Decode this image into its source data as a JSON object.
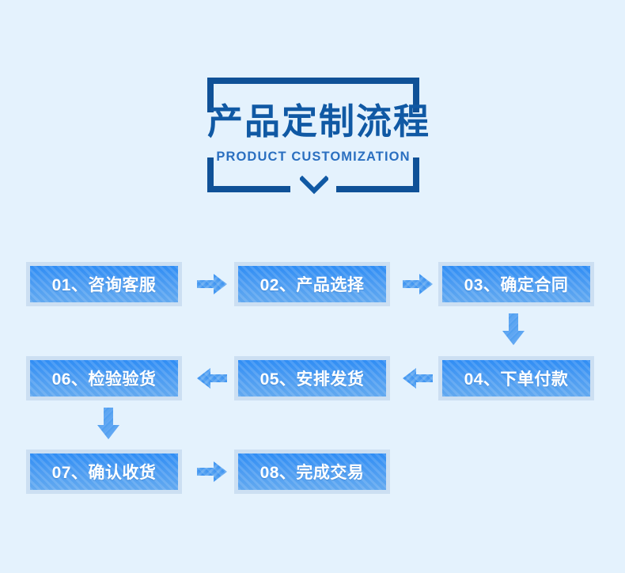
{
  "page": {
    "background_color": "#e4f2fd",
    "accent_dark_blue": "#0f5197",
    "accent_box_blue": "#3b8ff0",
    "box_border_color": "#ccdff2",
    "arrow_color": "#4a9bf2"
  },
  "header": {
    "title": "产品定制流程",
    "subtitle": "PRODUCT CUSTOMIZATION",
    "chevron_icon": "chevron-down-icon",
    "frame_icon": "bracket-frame"
  },
  "flow": {
    "steps": [
      {
        "id": "01",
        "label": "01、咨询客服",
        "row": 1,
        "order": 1
      },
      {
        "id": "02",
        "label": "02、产品选择",
        "row": 1,
        "order": 2
      },
      {
        "id": "03",
        "label": "03、确定合同",
        "row": 1,
        "order": 3
      },
      {
        "id": "04",
        "label": "04、下单付款",
        "row": 2,
        "order": 4
      },
      {
        "id": "05",
        "label": "05、安排发货",
        "row": 2,
        "order": 5
      },
      {
        "id": "06",
        "label": "06、检验验货",
        "row": 2,
        "order": 6
      },
      {
        "id": "07",
        "label": "07、确认收货",
        "row": 3,
        "order": 7
      },
      {
        "id": "08",
        "label": "08、完成交易",
        "row": 3,
        "order": 8
      }
    ],
    "connectors": [
      {
        "name": "arrow-right-01-to-02",
        "direction": "right"
      },
      {
        "name": "arrow-right-02-to-03",
        "direction": "right"
      },
      {
        "name": "arrow-down-03-to-04",
        "direction": "down"
      },
      {
        "name": "arrow-left-04-to-05",
        "direction": "left"
      },
      {
        "name": "arrow-left-05-to-06",
        "direction": "left"
      },
      {
        "name": "arrow-down-06-to-07",
        "direction": "down"
      },
      {
        "name": "arrow-right-07-to-08",
        "direction": "right"
      }
    ]
  }
}
